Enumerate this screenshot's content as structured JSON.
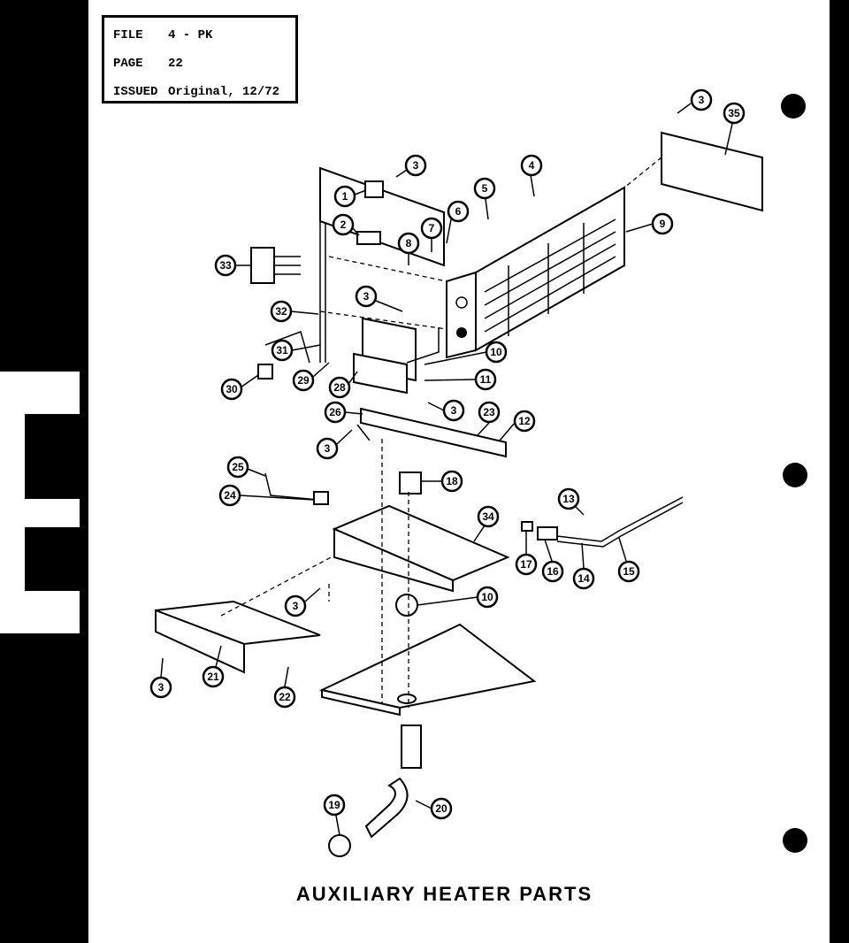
{
  "header": {
    "file_label": "FILE",
    "file_value": "4 - PK",
    "page_label": "PAGE",
    "page_value": "22",
    "issued_label": "ISSUED",
    "issued_value": "Original, 12/72"
  },
  "title": "AUXILIARY HEATER PARTS",
  "callouts": [
    "3",
    "35",
    "3",
    "4",
    "5",
    "6",
    "7",
    "8",
    "9",
    "1",
    "2",
    "33",
    "3",
    "32",
    "31",
    "29",
    "30",
    "28",
    "10",
    "11",
    "3",
    "23",
    "12",
    "26",
    "3",
    "25",
    "24",
    "18",
    "34",
    "13",
    "17",
    "16",
    "14",
    "15",
    "3",
    "10",
    "21",
    "22",
    "3",
    "19",
    "20"
  ],
  "colors": {
    "paper": "#ffffff",
    "ink": "#000000",
    "background": "#000000"
  }
}
